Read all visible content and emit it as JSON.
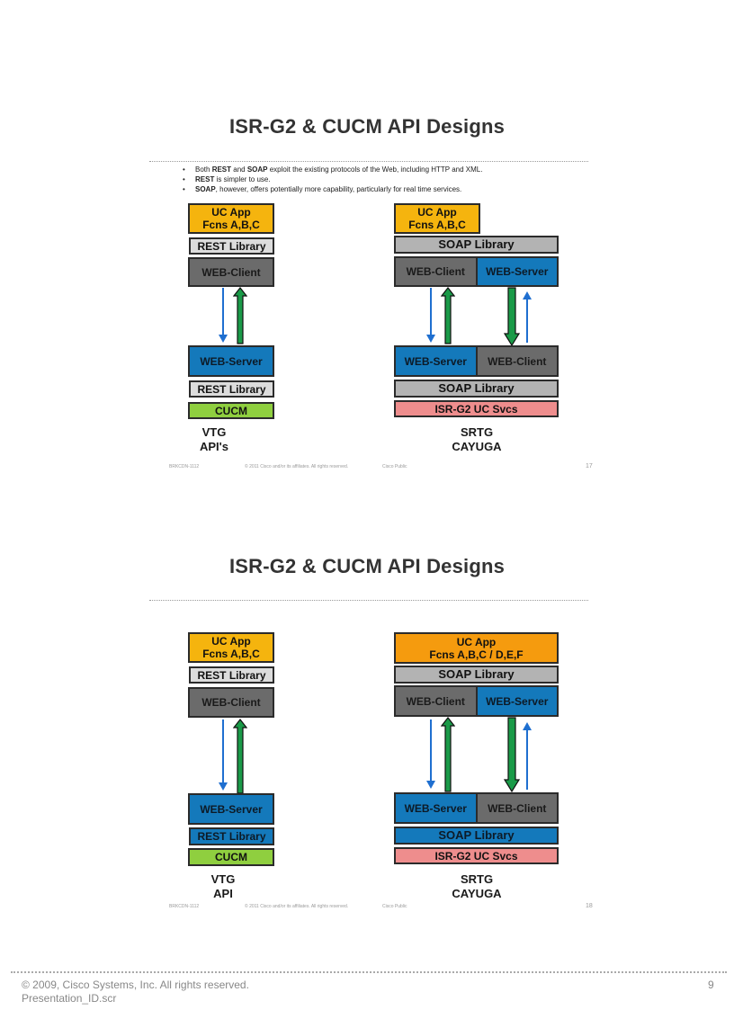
{
  "slides": [
    {
      "title": "ISR-G2 & CUCM API Designs",
      "bullets": [
        {
          "pre": "Both ",
          "b1": "REST",
          "mid": " and ",
          "b2": "SOAP",
          "post": " exploit the existing protocols of the Web, including HTTP and XML."
        },
        {
          "pre": "",
          "b1": "REST",
          "mid": "",
          "b2": "",
          "post": " is simpler to use."
        },
        {
          "pre": "",
          "b1": "SOAP",
          "mid": "",
          "b2": "",
          "post": ", however, offers potentially more capability, particularly for real time services."
        }
      ],
      "left": {
        "app_line1": "UC App",
        "app_line2": "Fcns  A,B,C",
        "lib_top": "REST Library",
        "client": "WEB-Client",
        "server": "WEB-Server",
        "lib_bottom": "REST Library",
        "base": "CUCM",
        "caption_line1": "VTG",
        "caption_line2": "API's"
      },
      "right": {
        "app_line1": "UC App",
        "app_line2": "Fcns  A,B,C",
        "lib_top": "SOAP Library",
        "top_left": "WEB-Client",
        "top_right": "WEB-Server",
        "bottom_left": "WEB-Server",
        "bottom_right": "WEB-Client",
        "lib_bottom": "SOAP Library",
        "base": "ISR-G2 UC Svcs",
        "caption_line1": "SRTG",
        "caption_line2": "CAYUGA"
      },
      "footer": {
        "session": "BRKCDN-1112",
        "copyright": "© 2011 Cisco and/or its affiliates. All rights reserved.",
        "classification": "Cisco Public",
        "number": "17"
      }
    },
    {
      "title": "ISR-G2 & CUCM API Designs",
      "left": {
        "app_line1": "UC App",
        "app_line2": "Fcns  A,B,C",
        "lib_top": "REST Library",
        "client": "WEB-Client",
        "server": "WEB-Server",
        "lib_bottom": "REST Library",
        "base": "CUCM",
        "caption_line1": "VTG",
        "caption_line2": "API"
      },
      "right": {
        "app_line1": "UC App",
        "app_line2": "Fcns  A,B,C / D,E,F",
        "lib_top": "SOAP Library",
        "top_left": "WEB-Client",
        "top_right": "WEB-Server",
        "bottom_left": "WEB-Server",
        "bottom_right": "WEB-Client",
        "lib_bottom": "SOAP Library",
        "base": "ISR-G2 UC Svcs",
        "caption_line1": "SRTG",
        "caption_line2": "CAYUGA"
      },
      "footer": {
        "session": "BRKCDN-1112",
        "copyright": "© 2011 Cisco and/or its affiliates. All rights reserved.",
        "classification": "Cisco Public",
        "number": "18"
      }
    }
  ],
  "page_footer": {
    "copyright": "© 2009, Cisco Systems, Inc. All rights reserved.",
    "filename": "Presentation_ID.scr",
    "page_number": "9"
  },
  "colors": {
    "app_yellow": "#f5b40e",
    "app_orange": "#f59b0e",
    "library_gray": "#b3b3b3",
    "client_dark": "#6b6b6b",
    "server_blue": "#1479bb",
    "cucm_green": "#8fcf3f",
    "isr_pink": "#ee8d8d",
    "arrow_green": "#1a9a48",
    "arrow_blue": "#1f6fd0"
  }
}
